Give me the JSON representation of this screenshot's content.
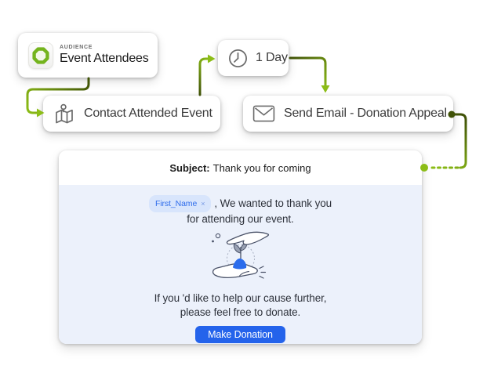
{
  "workflow": {
    "audience_card": {
      "category_label": "AUDIENCE",
      "title": "Event Attendees"
    },
    "contact_card": {
      "label": "Contact Attended Event"
    },
    "delay_card": {
      "label": "1 Day"
    },
    "email_card": {
      "label": "Send Email - Donation Appeal"
    }
  },
  "email_preview": {
    "subject_label": "Subject:",
    "subject_value": "Thank you for coming",
    "merge_tag": {
      "label": "First_Name",
      "remove_symbol": "×"
    },
    "greeting_line1": ", We wanted to thank you",
    "greeting_line2": "for attending our event.",
    "cta_line1": "If you 'd like to help our cause further,",
    "cta_line2": "please feel free to donate.",
    "donate_button_label": "Make Donation"
  },
  "icons": {
    "audience": "audience-ring-icon",
    "contact": "map-icon",
    "delay": "clock-icon",
    "email": "envelope-icon",
    "merge_tag_remove": "close-icon",
    "illustration": "hands-giving-plant-illustration"
  },
  "colors": {
    "connector_dark": "#3f5106",
    "connector_bright": "#8cbd17",
    "accent_green": "#74b41d",
    "accent_green_fill": "#f3f8e8",
    "button_blue": "#2463eb",
    "illustration_blue": "#2b6cec",
    "body_bg": "#ecf1fb",
    "tag_bg": "#d8e5fc",
    "tag_text": "#2f6deb"
  }
}
